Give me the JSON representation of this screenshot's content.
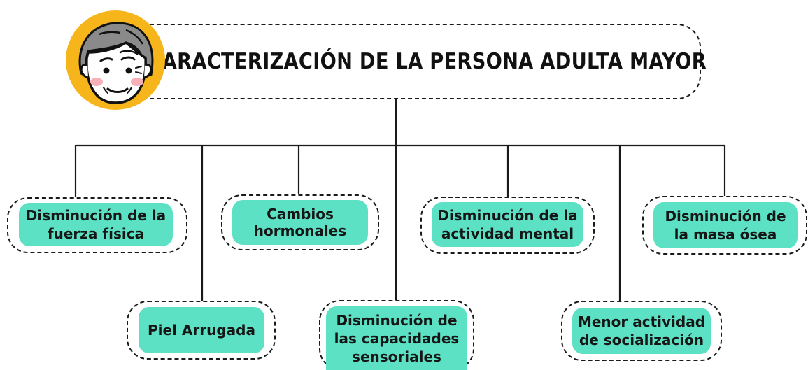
{
  "title": "CARACTERIZACIÓN DE LA PERSONA ADULTA MAYOR",
  "colors": {
    "node_fill": "#5ce1c4",
    "avatar_ring": "#f5b51b",
    "outline": "#1a1a1a"
  },
  "avatar_icon": "elderly-face-icon",
  "nodes": [
    {
      "id": "fuerza",
      "text": "Disminución de la\nfuerza física"
    },
    {
      "id": "piel",
      "text": "Piel Arrugada"
    },
    {
      "id": "hormonales",
      "text": "Cambios\nhormonales"
    },
    {
      "id": "sensoriales",
      "text": "Disminución de\nlas capacidades\nsensoriales"
    },
    {
      "id": "mental",
      "text": "Disminución de la\nactividad mental"
    },
    {
      "id": "socializacion",
      "text": "Menor actividad\nde socialización"
    },
    {
      "id": "osea",
      "text": "Disminución de\nla masa ósea"
    }
  ]
}
